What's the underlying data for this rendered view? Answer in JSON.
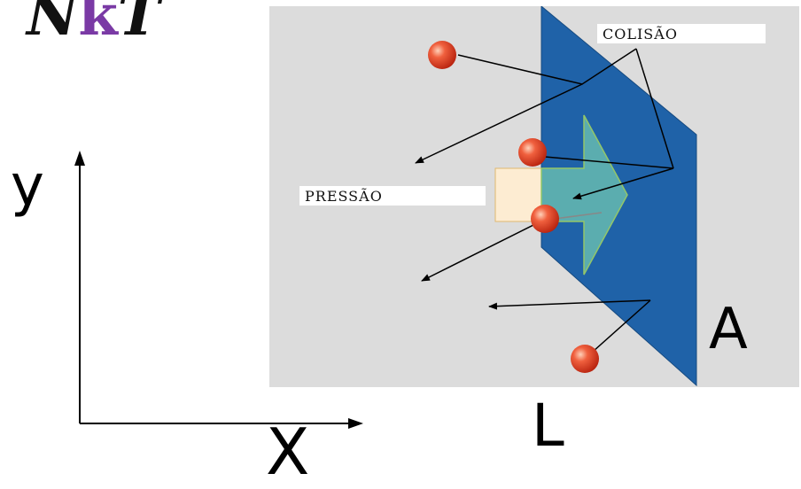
{
  "formula": {
    "n": "N",
    "k": "k",
    "t": "T"
  },
  "axes": {
    "y_label": "y",
    "x_label": "X"
  },
  "labels": {
    "collision": "COLISÃO",
    "pressure": "PRESSÃO",
    "area": "A",
    "length": "L"
  },
  "colors": {
    "plate": "#1f62a8",
    "panel_bg": "#dcdcdc",
    "arrow_fill": "#5fb2b0",
    "molecule": "#e8402a",
    "formula_k": "#7a3aa5"
  },
  "molecule_count": 4
}
